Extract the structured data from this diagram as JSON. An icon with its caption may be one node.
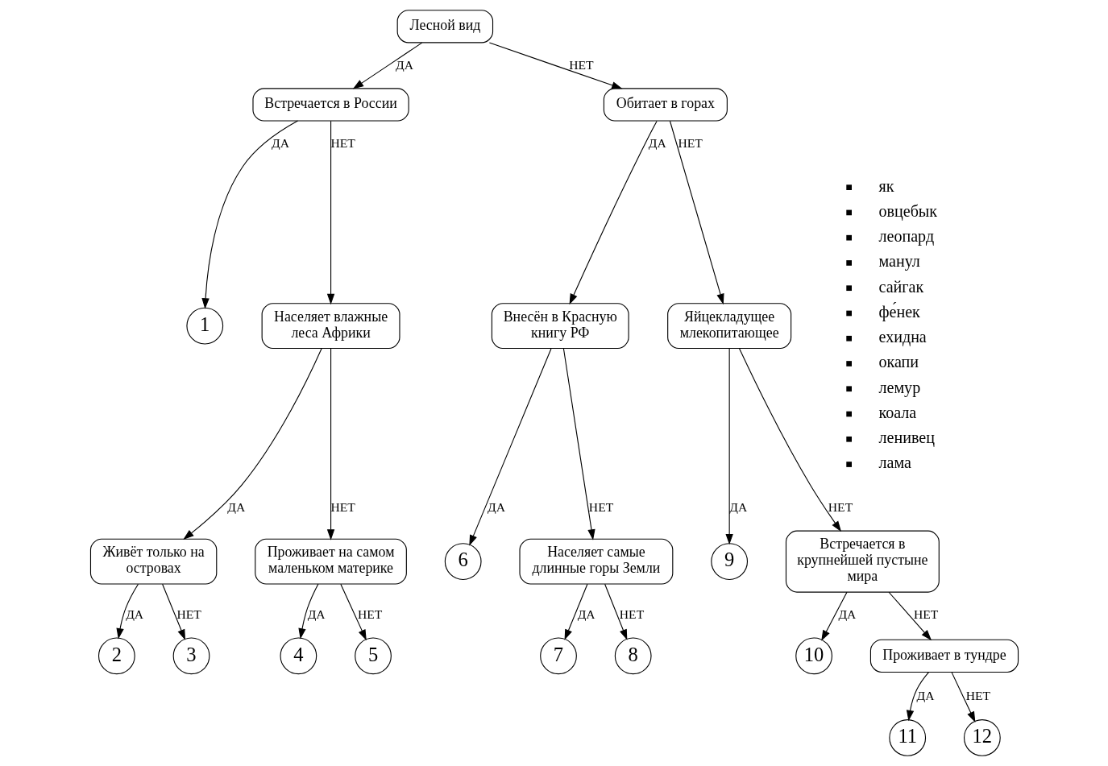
{
  "diagram": {
    "nodes": [
      {
        "text": [
          "Лесной вид"
        ]
      },
      {
        "text": [
          "Встречается в России"
        ]
      },
      {
        "text": [
          "Обитает в горах"
        ]
      },
      {
        "text": [
          "1"
        ]
      },
      {
        "text": [
          "Внесён в Красную книгу РФ"
        ]
      },
      {
        "text": [
          "Яйцекладущее млекопитающее"
        ]
      },
      {
        "text": [
          "Населяет влажные леса Африки"
        ]
      },
      {
        "text": [
          "6"
        ]
      },
      {
        "text": [
          "9"
        ]
      },
      {
        "text": [
          "Живёт только на островах"
        ]
      },
      {
        "text": [
          "Населяет самые длинные горы Земли"
        ]
      },
      {
        "text": [
          "Встречается в крупнейшей пустыне мира"
        ]
      },
      {
        "text": [
          "2"
        ]
      },
      {
        "text": [
          "3"
        ]
      },
      {
        "text": [
          "7"
        ]
      },
      {
        "text": [
          "8"
        ]
      },
      {
        "text": [
          "10"
        ]
      },
      {
        "text": [
          "Проживает на самом маленьком материке"
        ]
      },
      {
        "text": [
          "Проживает в тундре"
        ]
      },
      {
        "text": [
          "4"
        ]
      },
      {
        "text": [
          "5"
        ]
      },
      {
        "text": [
          "11"
        ]
      },
      {
        "text": [
          "12"
        ]
      }
    ],
    "edges": [
      {
        "from": 0,
        "to": 1,
        "arrow": "to",
        "label": "ДА"
      },
      {
        "from": 0,
        "to": 2,
        "arrow": "to",
        "label": "НЕТ"
      },
      {
        "from": 1,
        "to": 3,
        "arrow": "to",
        "label": "ДА"
      },
      {
        "from": 1,
        "to": 6,
        "arrow": "to",
        "label": "НЕТ"
      },
      {
        "from": 2,
        "to": 4,
        "arrow": "to",
        "label": "ДА"
      },
      {
        "from": 2,
        "to": 5,
        "arrow": "to",
        "label": "НЕТ"
      },
      {
        "from": 4,
        "to": 7,
        "arrow": "to",
        "label": "ДА"
      },
      {
        "from": 4,
        "to": 10,
        "arrow": "to",
        "label": "НЕТ"
      },
      {
        "from": 5,
        "to": 8,
        "arrow": "to",
        "label": "ДА"
      },
      {
        "from": 5,
        "to": 11,
        "arrow": "to",
        "label": "НЕТ"
      },
      {
        "from": 6,
        "to": 9,
        "arrow": "to",
        "label": "ДА"
      },
      {
        "from": 6,
        "to": 17,
        "arrow": "to",
        "label": "НЕТ"
      },
      {
        "from": 9,
        "to": 12,
        "arrow": "to",
        "label": "ДА"
      },
      {
        "from": 9,
        "to": 13,
        "arrow": "to",
        "label": "НЕТ"
      },
      {
        "from": 10,
        "to": 14,
        "arrow": "to",
        "label": "ДА"
      },
      {
        "from": 10,
        "to": 15,
        "arrow": "to",
        "label": "НЕТ"
      },
      {
        "from": 11,
        "to": 16,
        "arrow": "to",
        "label": "ДА"
      },
      {
        "from": 11,
        "to": 18,
        "arrow": "to",
        "label": "НЕТ"
      },
      {
        "from": 17,
        "to": 19,
        "arrow": "to",
        "label": "ДА"
      },
      {
        "from": 17,
        "to": 20,
        "arrow": "to",
        "label": "НЕТ"
      },
      {
        "from": 18,
        "to": 21,
        "arrow": "to",
        "label": "ДА"
      },
      {
        "from": 18,
        "to": 22,
        "arrow": "to",
        "label": "НЕТ"
      }
    ],
    "labels": [
      "як",
      "овцебык",
      "леопард",
      "манул",
      "сайгак",
      "фе́нек",
      "ехидна",
      "окапи",
      "лемур",
      "коала",
      "ленивец",
      "лама"
    ]
  }
}
